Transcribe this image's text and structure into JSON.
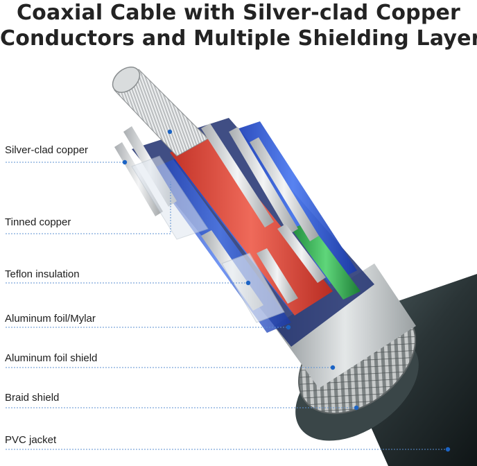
{
  "title": {
    "line1": "Coaxial Cable with Silver-clad Copper",
    "line2": "Conductors and Multiple Shielding Layers"
  },
  "labels": [
    "Silver-clad copper",
    "Tinned copper",
    "Teflon insulation",
    "Aluminum foil/Mylar",
    "Aluminum foil shield",
    "Braid shield",
    "PVC jacket"
  ],
  "colors": {
    "leader": "#5b8fd0",
    "dot": "#1b63c4",
    "jacket": "#2f3a3c",
    "braid": "#9ea3a3",
    "foil": "#c5c9ca",
    "red_insulation": "#e04a3c",
    "blue_insulation": "#2a55d6"
  }
}
